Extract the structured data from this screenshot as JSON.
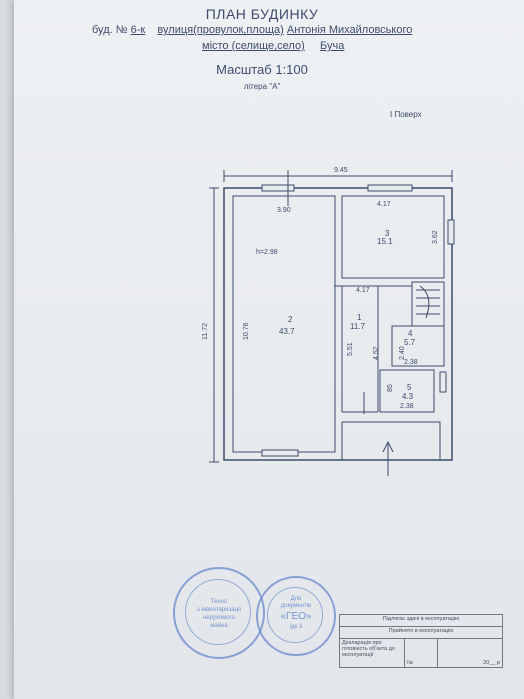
{
  "header": {
    "title": "ПЛАН БУДИНКУ",
    "bud_label": "буд. №",
    "bud_number": "6-к",
    "street_label": "вулиця(провулок,площа)",
    "street_name": "Антонія Михайловського",
    "city_label": "місто  (селище,село)",
    "city_name": "Буча",
    "scale": "Масштаб 1:100",
    "litera": "літера \"А\"",
    "floor": "І Поверх"
  },
  "plan": {
    "overall_width": "9.45",
    "overall_height": "11.72",
    "inner_height": "10.76",
    "ceiling_height": "h=2.98",
    "dims": {
      "room2_width": "3.90",
      "room3_width": "4.17",
      "room3_depth": "3.62",
      "hall_width": "4.17",
      "hall_length": "5.51",
      "r4_height": "2.40",
      "r4_offset": "4.52",
      "r4_width": "2.38",
      "r5_height": "85",
      "r5_width": "2.38"
    },
    "rooms": [
      {
        "number": "2",
        "area": "43.7"
      },
      {
        "number": "3",
        "area": "15.1"
      },
      {
        "number": "1",
        "area": "11.7"
      },
      {
        "number": "4",
        "area": "5.7"
      },
      {
        "number": "5",
        "area": "4.3"
      }
    ]
  },
  "stamp_left": {
    "line1": "Техно",
    "line2": "з інвентаризації",
    "line3": "нерухомого",
    "line4": "майна"
  },
  "stamp_right": {
    "title": "«ГЕО»",
    "line1": "Для",
    "line2": "документів",
    "code": "ідк 3"
  },
  "sign_table": {
    "row1": "Підлягає здачі в експлуатацію",
    "row2": "Прийнято в експлуатацію",
    "row3_label": "Декларація про готовність об'єкта до експлуатації",
    "row3_no": "№",
    "row3_date": "20__ р"
  },
  "colors": {
    "ink": "#3d4c6e",
    "stamp": "#5a7fc8",
    "paper": "#eceff2"
  }
}
